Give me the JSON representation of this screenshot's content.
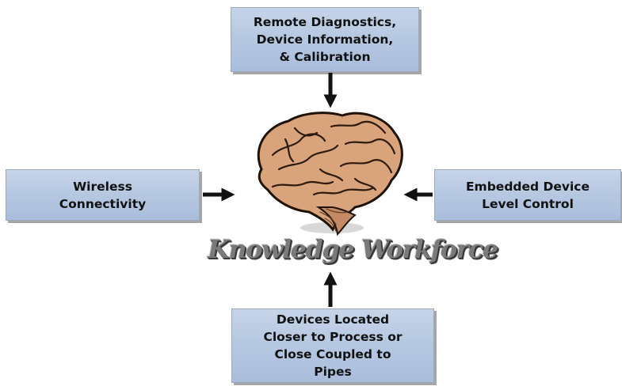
{
  "boxes": {
    "top": {
      "lines": [
        "Remote Diagnostics,",
        "Device Information,",
        "& Calibration"
      ]
    },
    "left": {
      "lines": [
        "Wireless",
        "Connectivity"
      ]
    },
    "right": {
      "lines": [
        "Embedded Device",
        "Level Control"
      ]
    },
    "bottom": {
      "lines": [
        "Devices Located",
        "Closer to Process or",
        "Close Coupled to",
        "Pipes"
      ]
    }
  },
  "center": {
    "logo_text": "Knowledge Workforce",
    "image": "brain-illustration"
  },
  "colors": {
    "box_fill": "#b7c8e1",
    "box_border": "#9aa9bd",
    "arrow": "#111111",
    "brain": "#d9a37c",
    "wordart": "#7a7a7a"
  }
}
